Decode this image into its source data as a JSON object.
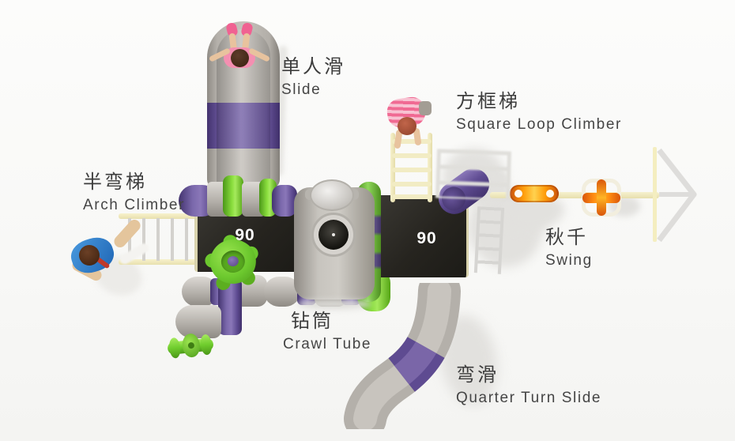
{
  "scene": {
    "description": "Top view rendering of a children's playground combination set with labeled parts",
    "background": "#f9f9f7"
  },
  "labels": {
    "slide": {
      "zh": "单人滑",
      "en": "Slide"
    },
    "square_loop_climber": {
      "zh": "方框梯",
      "en": "Square Loop Climber"
    },
    "arch_climber": {
      "zh": "半弯梯",
      "en": "Arch Climber"
    },
    "swing": {
      "zh": "秋千",
      "en": "Swing"
    },
    "crawl_tube": {
      "zh": "钻筒",
      "en": "Crawl Tube"
    },
    "quarter_turn_slide": {
      "zh": "弯滑",
      "en": "Quarter Turn Slide"
    }
  },
  "decks": {
    "left_size": "90",
    "right_size": "90"
  },
  "colors": {
    "purple": "#5e4b91",
    "green": "#6fcc2d",
    "gray_plastic": "#aba7a1",
    "deck_dark": "#26241f",
    "cream_beam": "#f2ecc4",
    "orange_seat": "#e8650c",
    "label_text": "#3d3d3d"
  }
}
